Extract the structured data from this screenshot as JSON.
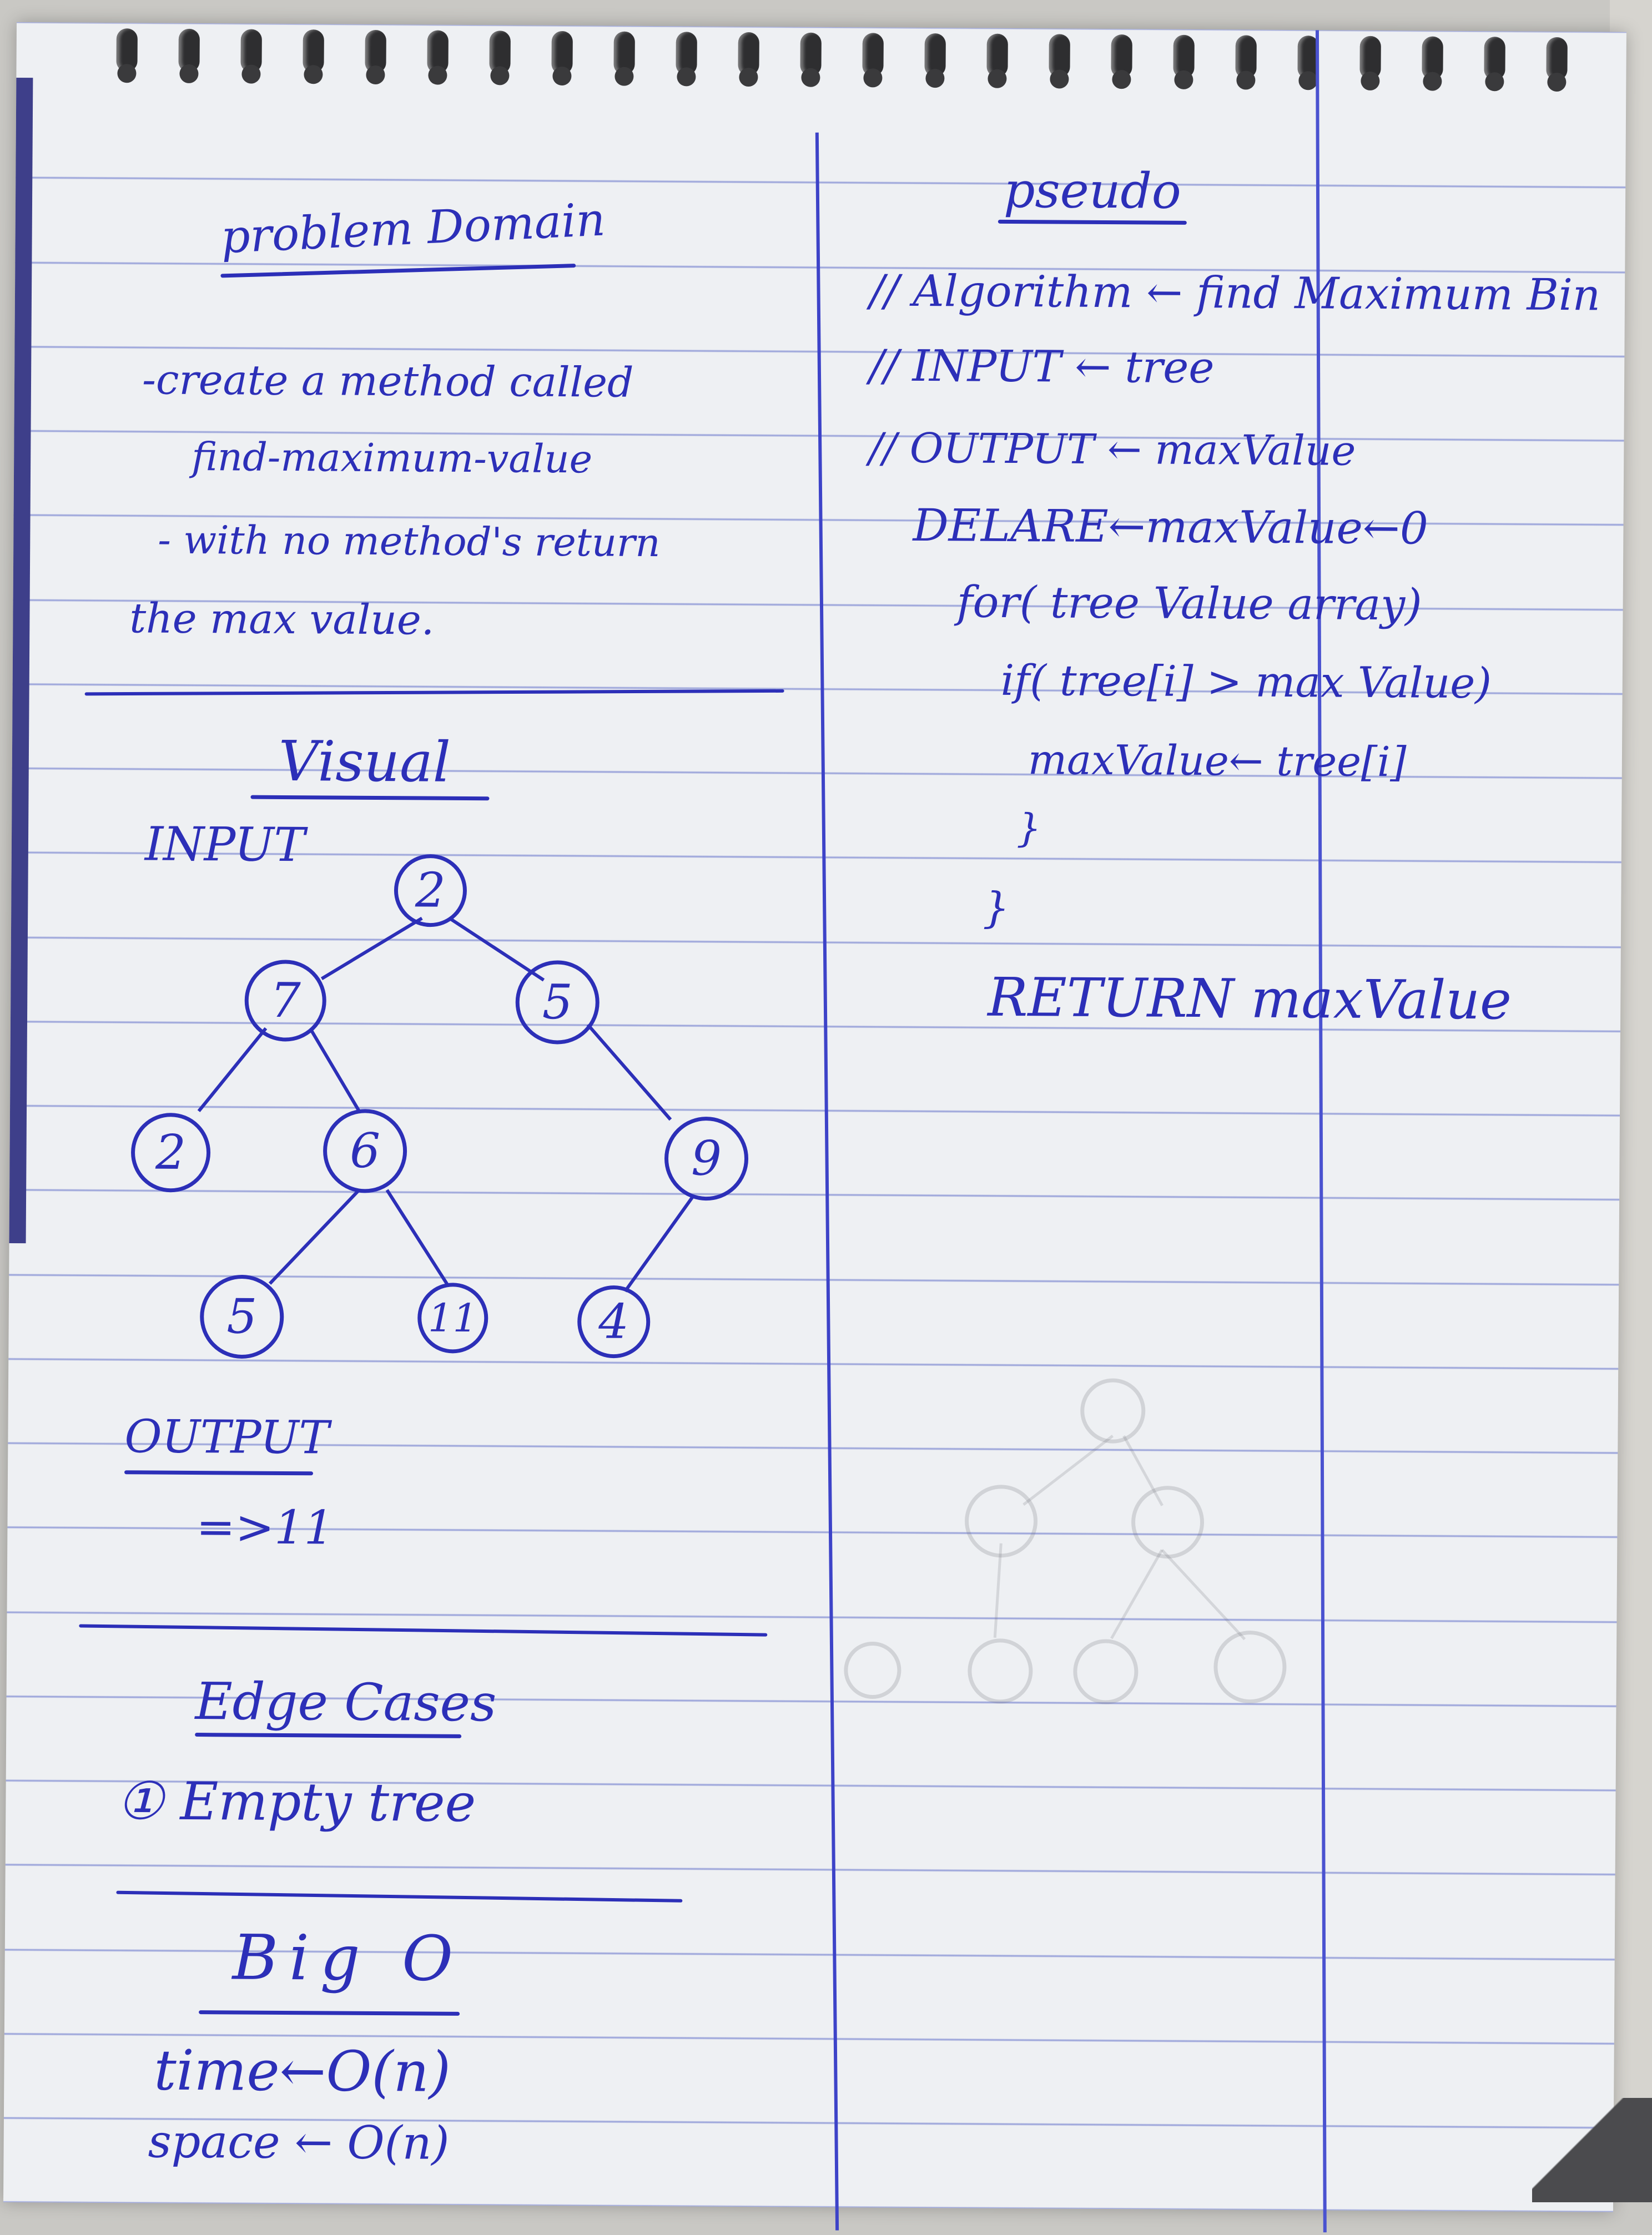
{
  "left": {
    "problem_domain": {
      "heading": "problem Domain",
      "lines": [
        "-create a method called",
        "find-maximum-value",
        "- with no method's return",
        "the max value."
      ]
    },
    "visual": {
      "heading": "Visual",
      "input_label": "INPUT",
      "tree_nodes": [
        "2",
        "7",
        "5",
        "2",
        "6",
        "9",
        "5",
        "11",
        "4"
      ],
      "output_label": "OUTPUT",
      "output_value": "=>11"
    },
    "edge_cases": {
      "heading": "Edge Cases",
      "items": [
        "① Empty tree"
      ]
    },
    "big_o": {
      "heading": "Big O",
      "time": "time←O(n)",
      "space": "space ← O(n)"
    }
  },
  "right": {
    "pseudo": {
      "heading": "pseudo",
      "lines": [
        "// Algorithm ← find Maximum Bin",
        "// INPUT ← tree",
        "// OUTPUT ← maxValue",
        "DELARE←maxValue←0",
        "for( tree Value array)",
        "if( tree[i] > max Value)",
        "maxValue← tree[i]",
        "}",
        "}",
        "RETURN maxValue"
      ]
    }
  },
  "colors": {
    "ink": "#2c2fb8",
    "paper": "#eef0f3",
    "rule": "#606ec8"
  }
}
